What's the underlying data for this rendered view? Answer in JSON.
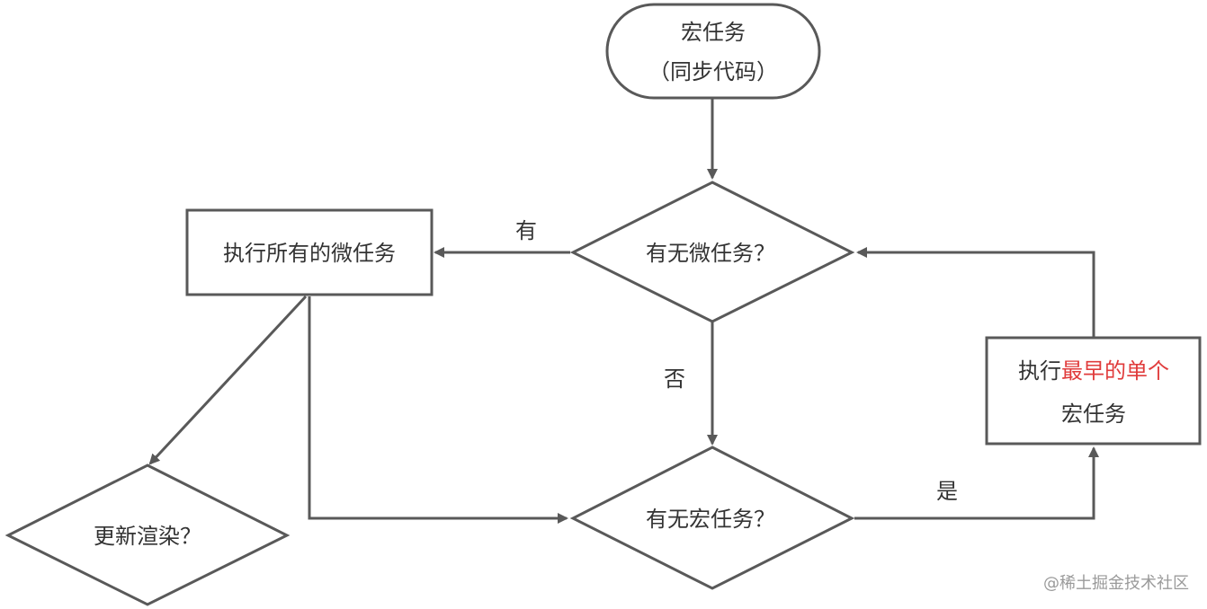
{
  "nodes": {
    "start": {
      "line1": "宏任务",
      "line2": "（同步代码）"
    },
    "check_micro": {
      "label": "有无微任务？"
    },
    "run_micro": {
      "label": "执行所有的微任务"
    },
    "render": {
      "label": "更新渲染？"
    },
    "check_macro": {
      "label": "有无宏任务？"
    },
    "run_macro": {
      "line1_prefix": "执行",
      "line1_highlight": "最早的单个",
      "line2": "宏任务"
    }
  },
  "edges": {
    "micro_yes": "有",
    "micro_no": "否",
    "macro_yes": "是"
  },
  "watermark": "@稀土掘金技术社区",
  "colors": {
    "stroke": "#595959",
    "text": "#333333",
    "highlight": "#e03b3b",
    "watermark": "#9a9a9a",
    "background": "#ffffff"
  }
}
